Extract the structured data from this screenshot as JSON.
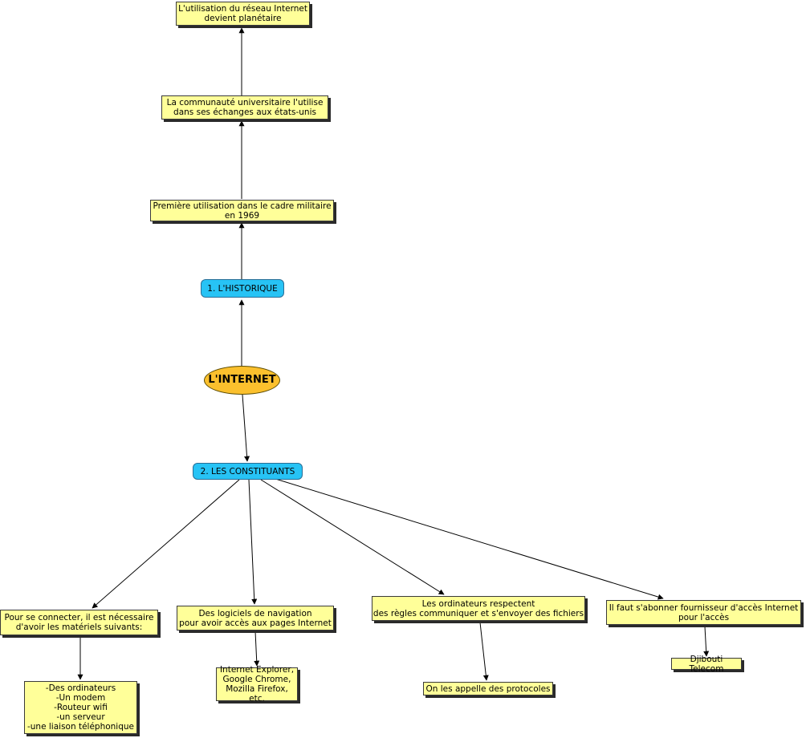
{
  "nodes": {
    "root": "L'INTERNET",
    "historique": "1. L'HISTORIQUE",
    "militaire": "Première utilisation dans le cadre militaire\nen 1969",
    "universitaire": "La communauté universitaire l'utilise\ndans ses échanges aux états-unis",
    "planetaire": "L'utilisation du réseau Internet\ndevient planétaire",
    "constituants": "2. LES CONSTITUANTS",
    "connecter": "Pour se connecter, il est nécessaire\nd'avoir les matériels suivants:",
    "materiels": "-Des ordinateurs\n-Un modem\n-Routeur wifi\n-un serveur\n-une liaison téléphonique",
    "logiciels": "Des logiciels de navigation\npour avoir accès aux pages Internet",
    "navigateurs": "Internet Explorer,\nGoogle Chrome,\nMozilla Firefox, etc.",
    "regles": "Les ordinateurs respectent\ndes règles communiquer et s'envoyer des fichiers",
    "protocoles": "On les appelle des protocoles",
    "abonner": "Il faut s'abonner fournisseur d'accès Internet\npour l'accès",
    "djibouti": "Djibouti Telecom"
  },
  "colors": {
    "concept_fill": "#ffff99",
    "category_fill": "#27c3f5",
    "root_fill": "#fbc02d"
  }
}
